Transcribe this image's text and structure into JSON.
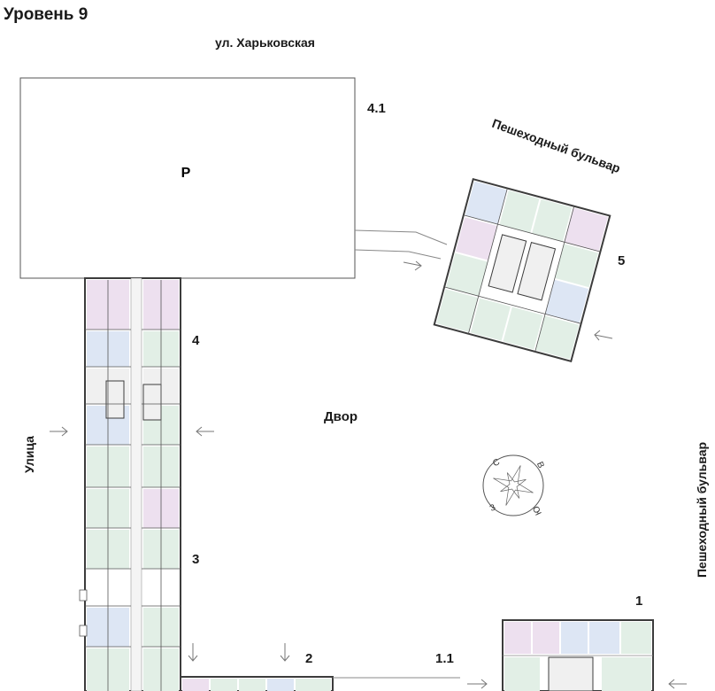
{
  "level_title": "Уровень 9",
  "streets": {
    "north": "ул. Харьковская",
    "west": "Улица",
    "pedestrian_top": "Пешеходный бульвар",
    "pedestrian_right": "Пешеходный бульвар"
  },
  "courtyard": "Двор",
  "parking_label": "Р",
  "sections": {
    "s1": "1",
    "s1_1": "1.1",
    "s2": "2",
    "s3": "3",
    "s4": "4",
    "s4_1": "4.1",
    "s5": "5"
  },
  "compass": {
    "n": "С",
    "e": "В",
    "s": "Ю",
    "w": "З"
  },
  "colors": {
    "apt_pink": "#ede0ef",
    "apt_blue": "#dde6f4",
    "apt_green": "#e2efe6",
    "core": "#f0f0f0",
    "wall": "#3c3c3c",
    "arrow": "#777777"
  }
}
